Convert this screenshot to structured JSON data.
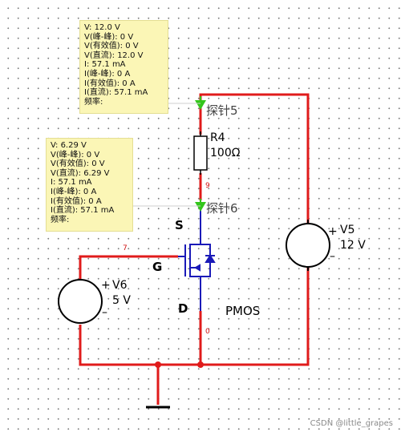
{
  "probes": {
    "probe5": {
      "label": "探针5",
      "readout": [
        "V: 12.0 V",
        "V(峰-峰): 0 V",
        "V(有效值): 0 V",
        "V(直流): 12.0 V",
        "I: 57.1 mA",
        "I(峰-峰): 0 A",
        "I(有效值): 0 A",
        "I(直流): 57.1 mA",
        "频率:"
      ]
    },
    "probe6": {
      "label": "探针6",
      "readout": [
        "V: 6.29 V",
        "V(峰-峰): 0 V",
        "V(有效值): 0 V",
        "V(直流): 6.29 V",
        "I: 57.1 mA",
        "I(峰-峰): 0 A",
        "I(有效值): 0 A",
        "I(直流): 57.1 mA",
        "频率:"
      ]
    }
  },
  "components": {
    "r4": {
      "name": "R4",
      "value": "100Ω"
    },
    "v5": {
      "name": "V5",
      "value": "12 V"
    },
    "v6": {
      "name": "V6",
      "value": "5 V"
    },
    "mosfet": {
      "gate": "G",
      "source": "S",
      "drain": "D",
      "type": "PMOS"
    }
  },
  "nodes": {
    "n9": "9",
    "n7": "7",
    "n0": "0"
  },
  "colors": {
    "wire": "#e01b1b",
    "device": "#1a1ab8",
    "probe": "#33c61b",
    "box": "#fbf6b6"
  },
  "watermark": "CSDN @little_grapes"
}
